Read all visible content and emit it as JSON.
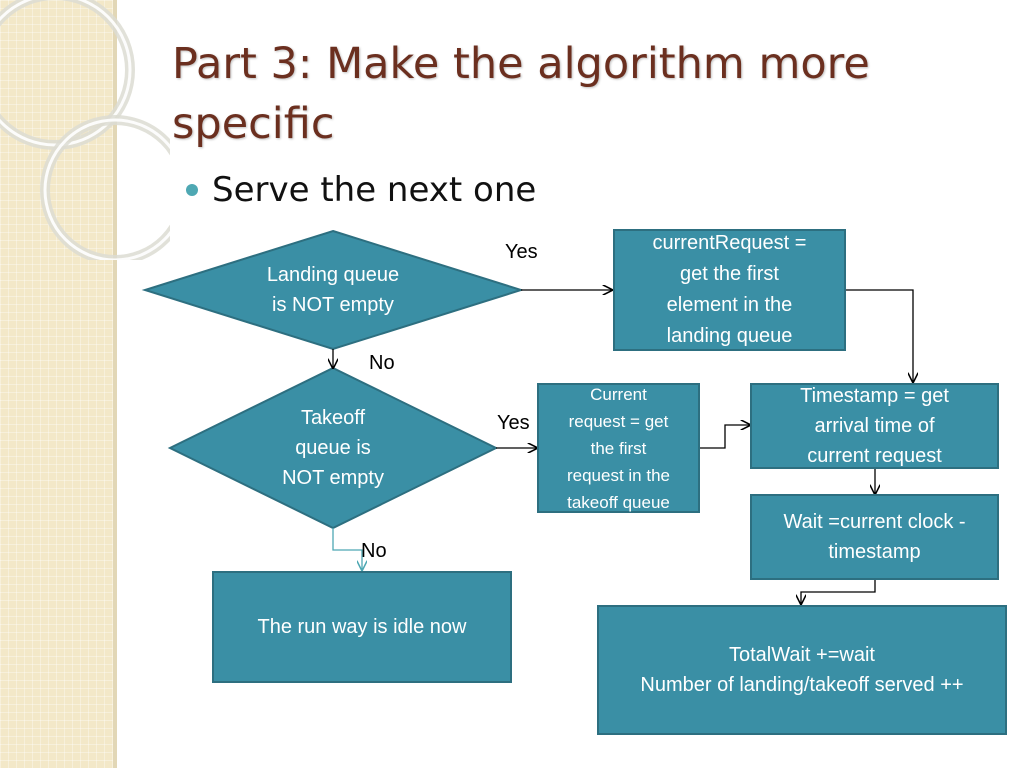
{
  "slide": {
    "title": "Part 3: Make the algorithm more specific",
    "bullet": "Serve the next one"
  },
  "nodes": {
    "landing_decision": "Landing queue\nis NOT empty",
    "takeoff_decision": "Takeoff\nqueue is\nNOT empty",
    "current_landing": "currentRequest =\nget the first\nelement in the\nlanding queue",
    "current_takeoff": "Current\nrequest = get\nthe first\nrequest in the\ntakeoff queue",
    "timestamp": "Timestamp = get\narrival time of\ncurrent request",
    "wait": "Wait =current clock -\ntimestamp",
    "idle": "The run way is idle now",
    "total": "TotalWait +=wait\nNumber of landing/takeoff served ++"
  },
  "edge_labels": {
    "landing_yes": "Yes",
    "landing_no": "No",
    "takeoff_yes": "Yes",
    "takeoff_no": "No"
  },
  "colors": {
    "box_fill": "#3a8fa5",
    "box_border": "#2d6f80",
    "title": "#6b2f1f",
    "bullet": "#4ea8b3"
  }
}
